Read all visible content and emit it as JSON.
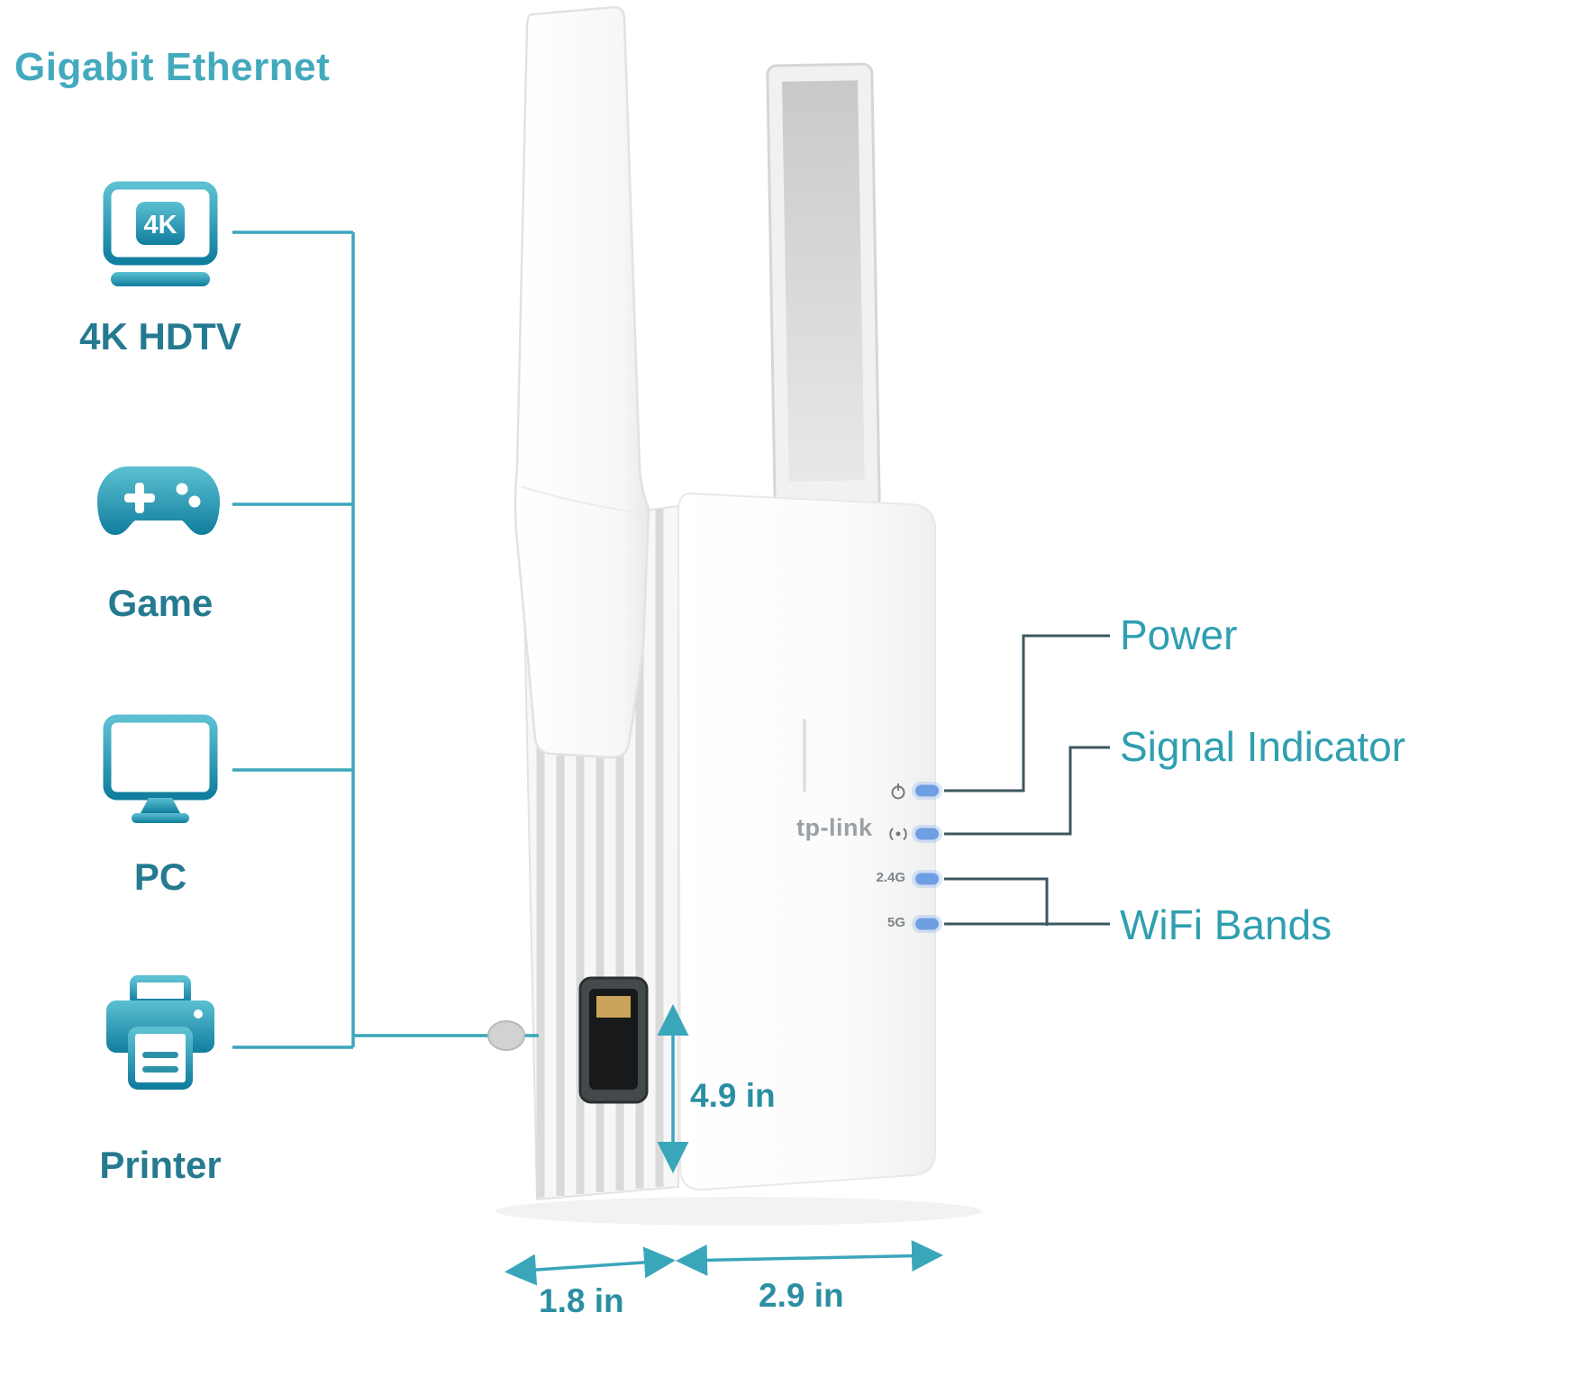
{
  "heading": "Gigabit Ethernet",
  "devices": [
    {
      "label": "4K HDTV",
      "badge": "4K",
      "icon": "tv-4k-icon"
    },
    {
      "label": "Game",
      "icon": "gamepad-icon"
    },
    {
      "label": "PC",
      "icon": "monitor-icon"
    },
    {
      "label": "Printer",
      "icon": "printer-icon"
    }
  ],
  "extender": {
    "brand": "tp-link",
    "led_labels": {
      "band_24": "2.4G",
      "band_5": "5G"
    },
    "led_icons": [
      "power-icon",
      "signal-icon"
    ]
  },
  "callouts": {
    "power": "Power",
    "signal": "Signal Indicator",
    "wifi_bands": "WiFi Bands"
  },
  "dimensions": {
    "height": "4.9 in",
    "depth": "1.8 in",
    "width": "2.9 in"
  },
  "colors": {
    "accent_teal": "#2f9fb0",
    "label_teal": "#257a90",
    "left_line": "#3aa6ba",
    "right_line": "#3d5760",
    "led_blue": "#6f9fe3",
    "icon_gradient_top": "#5cc0d2",
    "icon_gradient_bottom": "#117e9e"
  }
}
